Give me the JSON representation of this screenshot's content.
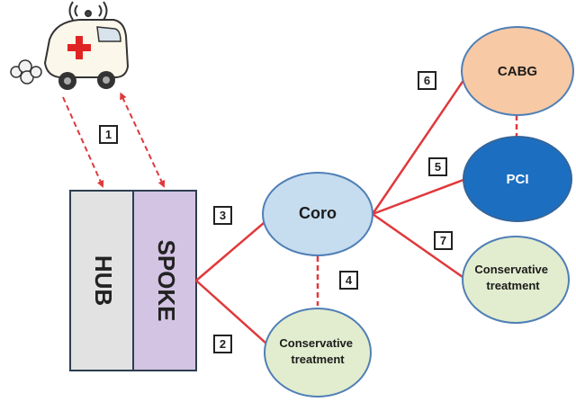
{
  "diagram": {
    "bars": {
      "hub": "HUB",
      "spoke": "SPOKE"
    },
    "nodes": {
      "coro": "Coro",
      "cabg": "CABG",
      "pci": "PCI",
      "conservative_top": [
        "Conservative",
        "treatment"
      ],
      "conservative_bottom": [
        "Conservative",
        "treatment"
      ]
    },
    "steps": {
      "s1": "1",
      "s2": "2",
      "s3": "3",
      "s4": "4",
      "s5": "5",
      "s6": "6",
      "s7": "7"
    },
    "colors": {
      "solid_line": "#e0393b",
      "dashed_line": "#e0393b",
      "hub_fill": "#e2e2e2",
      "spoke_fill": "#d4c4e4",
      "coro_fill": "#c6dcef",
      "cabg_fill": "#f7c9a4",
      "pci_fill": "#1c6fc0",
      "conservative_fill": "#e2edcf",
      "ambulance_cross": "#e02424"
    },
    "icons": [
      "ambulance-icon",
      "siren-signal-icon",
      "exhaust-cloud-icon"
    ]
  }
}
